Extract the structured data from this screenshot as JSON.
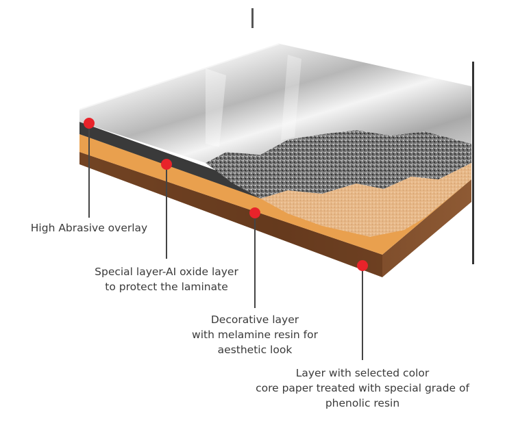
{
  "callouts": [
    {
      "lines": [
        "High Abrasive overlay"
      ]
    },
    {
      "lines": [
        "Special layer-AI oxide layer",
        "to protect the laminate"
      ]
    },
    {
      "lines": [
        "Decorative layer",
        "with melamine resin for",
        "aesthetic look"
      ]
    },
    {
      "lines": [
        "Layer with selected color",
        "core paper treated with special grade of",
        "phenolic resin"
      ]
    }
  ],
  "colors": {
    "marker": "#e8232a",
    "leader_line": "#444444",
    "text": "#3a3a3a",
    "core_layer": "#e9a04e",
    "base_layer": "#7b4a28",
    "overlay_layer": "#3a3a3a",
    "metal_surface": "#cfcfcf",
    "granite": "#7d7d7d",
    "sand": "#e6b98a"
  }
}
